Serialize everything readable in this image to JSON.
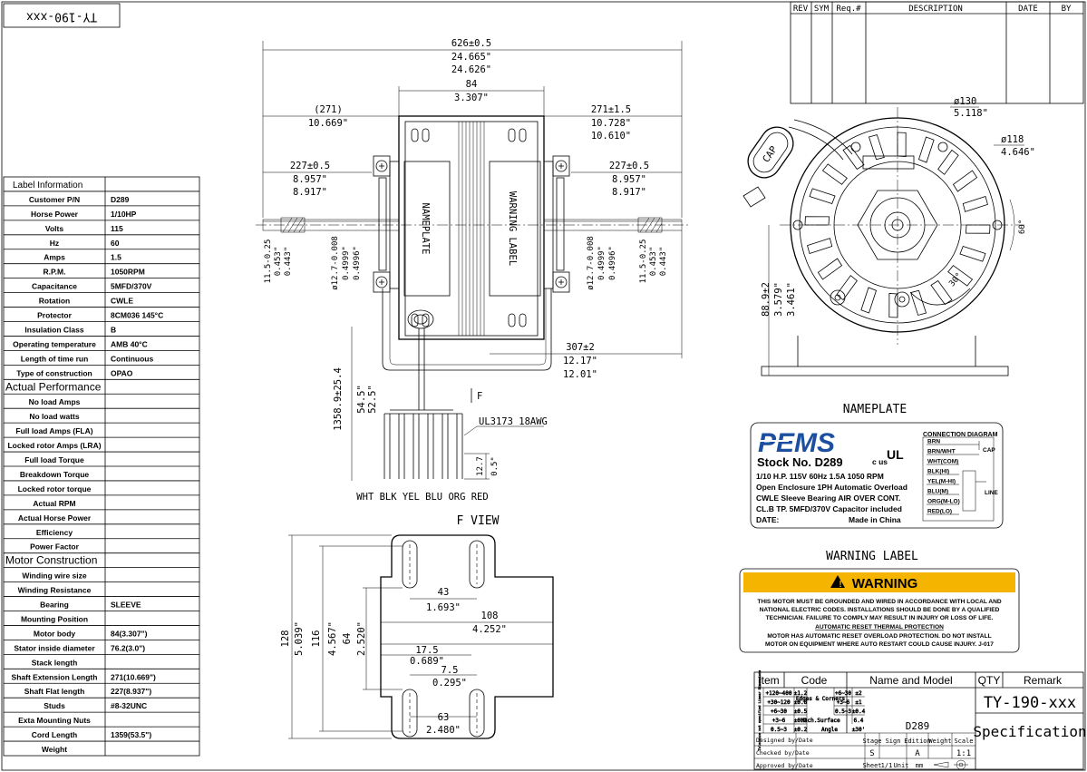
{
  "drawing_no": "TY-190-xxx",
  "revision_header": [
    "REV",
    "SYM",
    "Req.#",
    "DESCRIPTION",
    "DATE",
    "BY"
  ],
  "label_table": {
    "title": "Label Information",
    "rows": [
      {
        "label": "Customer P/N",
        "value": "D289"
      },
      {
        "label": "Horse Power",
        "value": "1/10HP"
      },
      {
        "label": "Volts",
        "value": "115"
      },
      {
        "label": "Hz",
        "value": "60"
      },
      {
        "label": "Amps",
        "value": "1.5"
      },
      {
        "label": "R.P.M.",
        "value": "1050RPM"
      },
      {
        "label": "Capacitance",
        "value": "5MFD/370V"
      },
      {
        "label": "Rotation",
        "value": "CWLE"
      },
      {
        "label": "Protector",
        "value": "8CM036  145°C"
      },
      {
        "label": "Insulation Class",
        "value": "B"
      },
      {
        "label": "Operating temperature",
        "value": "AMB 40°C"
      },
      {
        "label": "Length of time run",
        "value": "Continuous"
      },
      {
        "label": "Type of construction",
        "value": "OPAO"
      },
      {
        "label": "Actual Performance",
        "value": "",
        "section": true
      },
      {
        "label": "No load Amps",
        "value": ""
      },
      {
        "label": "No load watts",
        "value": ""
      },
      {
        "label": "Full load Amps (FLA)",
        "value": ""
      },
      {
        "label": "Locked rotor Amps (LRA)",
        "value": ""
      },
      {
        "label": "Full load Torque",
        "value": ""
      },
      {
        "label": "Breakdown Torque",
        "value": ""
      },
      {
        "label": "Locked rotor torque",
        "value": ""
      },
      {
        "label": "Actual RPM",
        "value": ""
      },
      {
        "label": "Actual Horse Power",
        "value": ""
      },
      {
        "label": "Efficiency",
        "value": ""
      },
      {
        "label": "Power Factor",
        "value": ""
      },
      {
        "label": "Motor Construction",
        "value": "",
        "section": true
      },
      {
        "label": "Winding wire size",
        "value": ""
      },
      {
        "label": "Winding Resistance",
        "value": ""
      },
      {
        "label": "Bearing",
        "value": "SLEEVE"
      },
      {
        "label": "Mounting Position",
        "value": ""
      },
      {
        "label": "Motor body",
        "value": "84(3.307\")"
      },
      {
        "label": "Stator inside diameter",
        "value": "76.2(3.0\")"
      },
      {
        "label": "Stack length",
        "value": ""
      },
      {
        "label": "Shaft Extension Length",
        "value": "271(10.669\")"
      },
      {
        "label": "Shaft Flat length",
        "value": "227(8.937\")"
      },
      {
        "label": "Studs",
        "value": "#8-32UNC"
      },
      {
        "label": "Exta Mounting Nuts",
        "value": ""
      },
      {
        "label": "Cord Length",
        "value": "1359(53.5\")"
      },
      {
        "label": "Weight",
        "value": ""
      }
    ]
  },
  "side_view": {
    "overall": [
      "626±0.5",
      "24.665\"",
      "24.626\""
    ],
    "body": [
      "84",
      "3.307\""
    ],
    "left_ext": [
      "(271)",
      "10.669\""
    ],
    "right_ext": [
      "271±1.5",
      "10.728\"",
      "10.610\""
    ],
    "left_flat": [
      "227±0.5",
      "8.957\"",
      "8.917\""
    ],
    "right_flat": [
      "227±0.5",
      "8.957\"",
      "8.917\""
    ],
    "nameplate_text": "NAMEPLATE",
    "warning_text": "WARNING LABEL",
    "flat_left": [
      "11.5-0.25",
      "0.453\"",
      "0.443\""
    ],
    "dia_left": [
      "ø12.7-0.008",
      "0.4999\"",
      "0.4996\""
    ],
    "dia_right": [
      "ø12.7-0.008",
      "0.4999\"",
      "0.4996\""
    ],
    "flat_right": [
      "11.5-0.25",
      "0.453\"",
      "0.443\""
    ],
    "lead_dist": [
      "307±2",
      "12.17\"",
      "12.01\""
    ],
    "cord": [
      "1358.9±25.4",
      "54.5\"",
      "52.5\""
    ],
    "view_marker": "F",
    "wire_spec": "UL3173 18AWG",
    "strip": [
      "12.7",
      "0.5\""
    ],
    "wire_colors": "WHT BLK YEL BLU ORG RED"
  },
  "f_view": {
    "title": "F VIEW",
    "h_outer": [
      "128",
      "5.039\""
    ],
    "h_mid": [
      "116",
      "4.567\""
    ],
    "h_inner": [
      "64",
      "2.520\""
    ],
    "w_43": [
      "43",
      "1.693\""
    ],
    "w_108": [
      "108",
      "4.252\""
    ],
    "w_175": [
      "17.5",
      "0.689\""
    ],
    "w_75": [
      "7.5",
      "0.295\""
    ],
    "w_63": [
      "63",
      "2.480\""
    ]
  },
  "end_view": {
    "d130": [
      "ø130",
      "5.118\""
    ],
    "d118": [
      "ø118",
      "4.646\""
    ],
    "angle60": "60°",
    "angle30": "30°",
    "cap": "CAP",
    "height": [
      "88.9±2",
      "3.579\"",
      "3.461\""
    ]
  },
  "nameplate": {
    "title": "NAMEPLATE",
    "brand": "PEMS",
    "stock": "Stock No. D289",
    "cert": "c  us",
    "lines": [
      "1/10 H.P.  115V  60Hz  1.5A  1050 RPM",
      "Open Enclosure 1PH Automatic Overload",
      "CWLE  Sleeve Bearing  AIR OVER CONT.",
      "CL.B  TP.  5MFD/370V Capacitor  included"
    ],
    "date_label": "DATE:",
    "made_in": "Made in China",
    "connection_title": "CONNECTION DIAGRAM",
    "connections": [
      "BRN",
      "BRN/WHT",
      "WHT(COM)",
      "BLK(HI)",
      "YEL(M-HI)",
      "BLU(M)",
      "ORG(M-LO)",
      "RED(LO)"
    ],
    "cap_label": "CAP",
    "line_label": "LINE"
  },
  "warning_label": {
    "title": "WARNING LABEL",
    "header": "WARNING",
    "lines": [
      "THIS MOTOR MUST BE GROUNDED AND WIRED IN ACCORDANCE WITH LOCAL AND",
      "NATIONAL ELECTRIC CODES. INSTALLATIONS SHOULD BE DONE BY A QUALIFIED",
      "TECHNICIAN. FAILURE TO COMPLY MAY RESULT IN INJURY OR LOSS OF LIFE.",
      "AUTOMATIC RESET THERMAL PROTECTION",
      "MOTOR HAS AUTOMATIC RESET OVERLOAD PROTECTION. DO NOT INSTALL",
      "MOTOR ON EQUIPMENT WHERE AUTO RESTART COULD CAUSE INJURY.   J-017"
    ],
    "color": "#f5b400"
  },
  "title_block": {
    "headers": [
      "Item",
      "Code",
      "Name and Model",
      "QTY",
      "Remark"
    ],
    "model": "D289",
    "remark": "TY-190-xxx",
    "spec": "Specification",
    "tol_rows": [
      [
        "+120~400",
        "±1.2"
      ],
      [
        "+30~120",
        "±0.8"
      ],
      [
        "+6~30",
        "±0.5"
      ],
      [
        "+3~6",
        "±0.3"
      ],
      [
        "0.5~3",
        "±0.2"
      ]
    ],
    "tol_side": "Tolerance not specified Linear Dimensions",
    "edges_label": "Edges & Corners",
    "edges_rows": [
      [
        "+6~30",
        "±2"
      ],
      [
        "+3~6",
        "±1"
      ],
      [
        "0.5~3",
        "±0.4"
      ]
    ],
    "mach_surface": "Mach.Surface",
    "mach_val": "6.4",
    "angle_label": "Angle",
    "angle_val": "±30'",
    "designed": "Designed by/Date",
    "checked": "Checked by/Date",
    "approved": "Approved by/Date",
    "stage": "Stage",
    "sign": "Sign",
    "edition": "Edition",
    "weight": "Weight",
    "scale": "Scale",
    "stage_val": "S",
    "edition_val": "A",
    "scale_val": "1:1",
    "sheet": "Sheet",
    "sheet_val": "1/1",
    "unit": "Unit",
    "unit_val": "mm"
  }
}
